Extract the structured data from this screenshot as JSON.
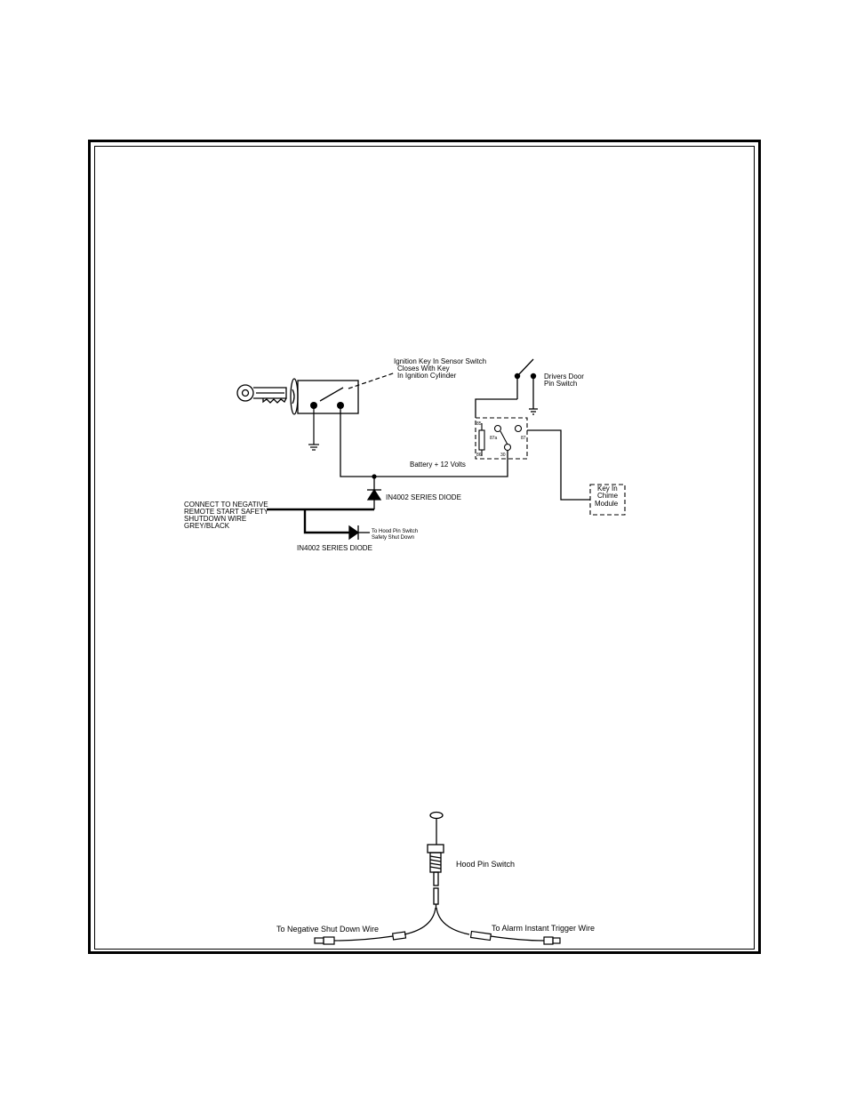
{
  "wiring_diagram": {
    "ignition_sensor_label": [
      "Ignition Key In Sensor Switch",
      "Closes With Key",
      "In Ignition Cylinder"
    ],
    "door_switch_label": [
      "Drivers Door",
      "Pin Switch"
    ],
    "battery_label": "Battery + 12 Volts",
    "relay_pins": {
      "p85": "85",
      "p86": "86",
      "p87a": "87a",
      "p87": "87",
      "p30": "30"
    },
    "chime_module_label": [
      "Key In",
      "Chime",
      "Module"
    ],
    "diode_label_1": "IN4002 SERIES DIODE",
    "diode_label_2": "IN4002 SERIES DIODE",
    "connect_label": [
      "CONNECT TO NEGATIVE",
      "REMOTE START SAFETY",
      "SHUTDOWN WIRE",
      "GREY/BLACK"
    ],
    "hood_shutdown_label": [
      "To Hood Pin Switch",
      "Safety Shut Down"
    ]
  },
  "hood_pin_diagram": {
    "switch_label": "Hood Pin Switch",
    "left_wire_label": "To Negative Shut Down Wire",
    "right_wire_label": "To Alarm Instant Trigger Wire"
  }
}
